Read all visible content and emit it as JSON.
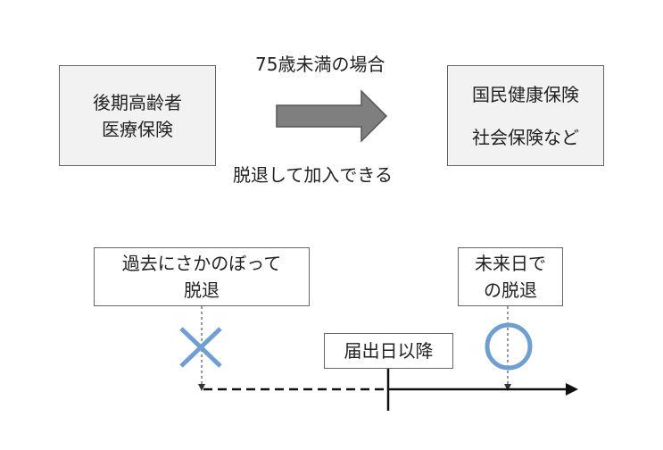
{
  "top": {
    "left_box": {
      "line1": "後期高齢者",
      "line2": "医療保険"
    },
    "right_box": {
      "line1": "国民健康保険",
      "line2": "社会保険など"
    },
    "arrow_label_top": "75歳未満の場合",
    "arrow_label_bottom": "脱退して加入できる"
  },
  "timeline": {
    "past_box": {
      "line1": "過去にさかのぼって",
      "line2": "脱退"
    },
    "future_box": {
      "line1": "未来日で",
      "line2": "の脱退"
    },
    "notify_box": "届出日以降"
  },
  "colors": {
    "box_fill": "#f2f2f2",
    "arrow_fill": "#7f7f7f",
    "mark_blue": "#6f9fd1"
  }
}
